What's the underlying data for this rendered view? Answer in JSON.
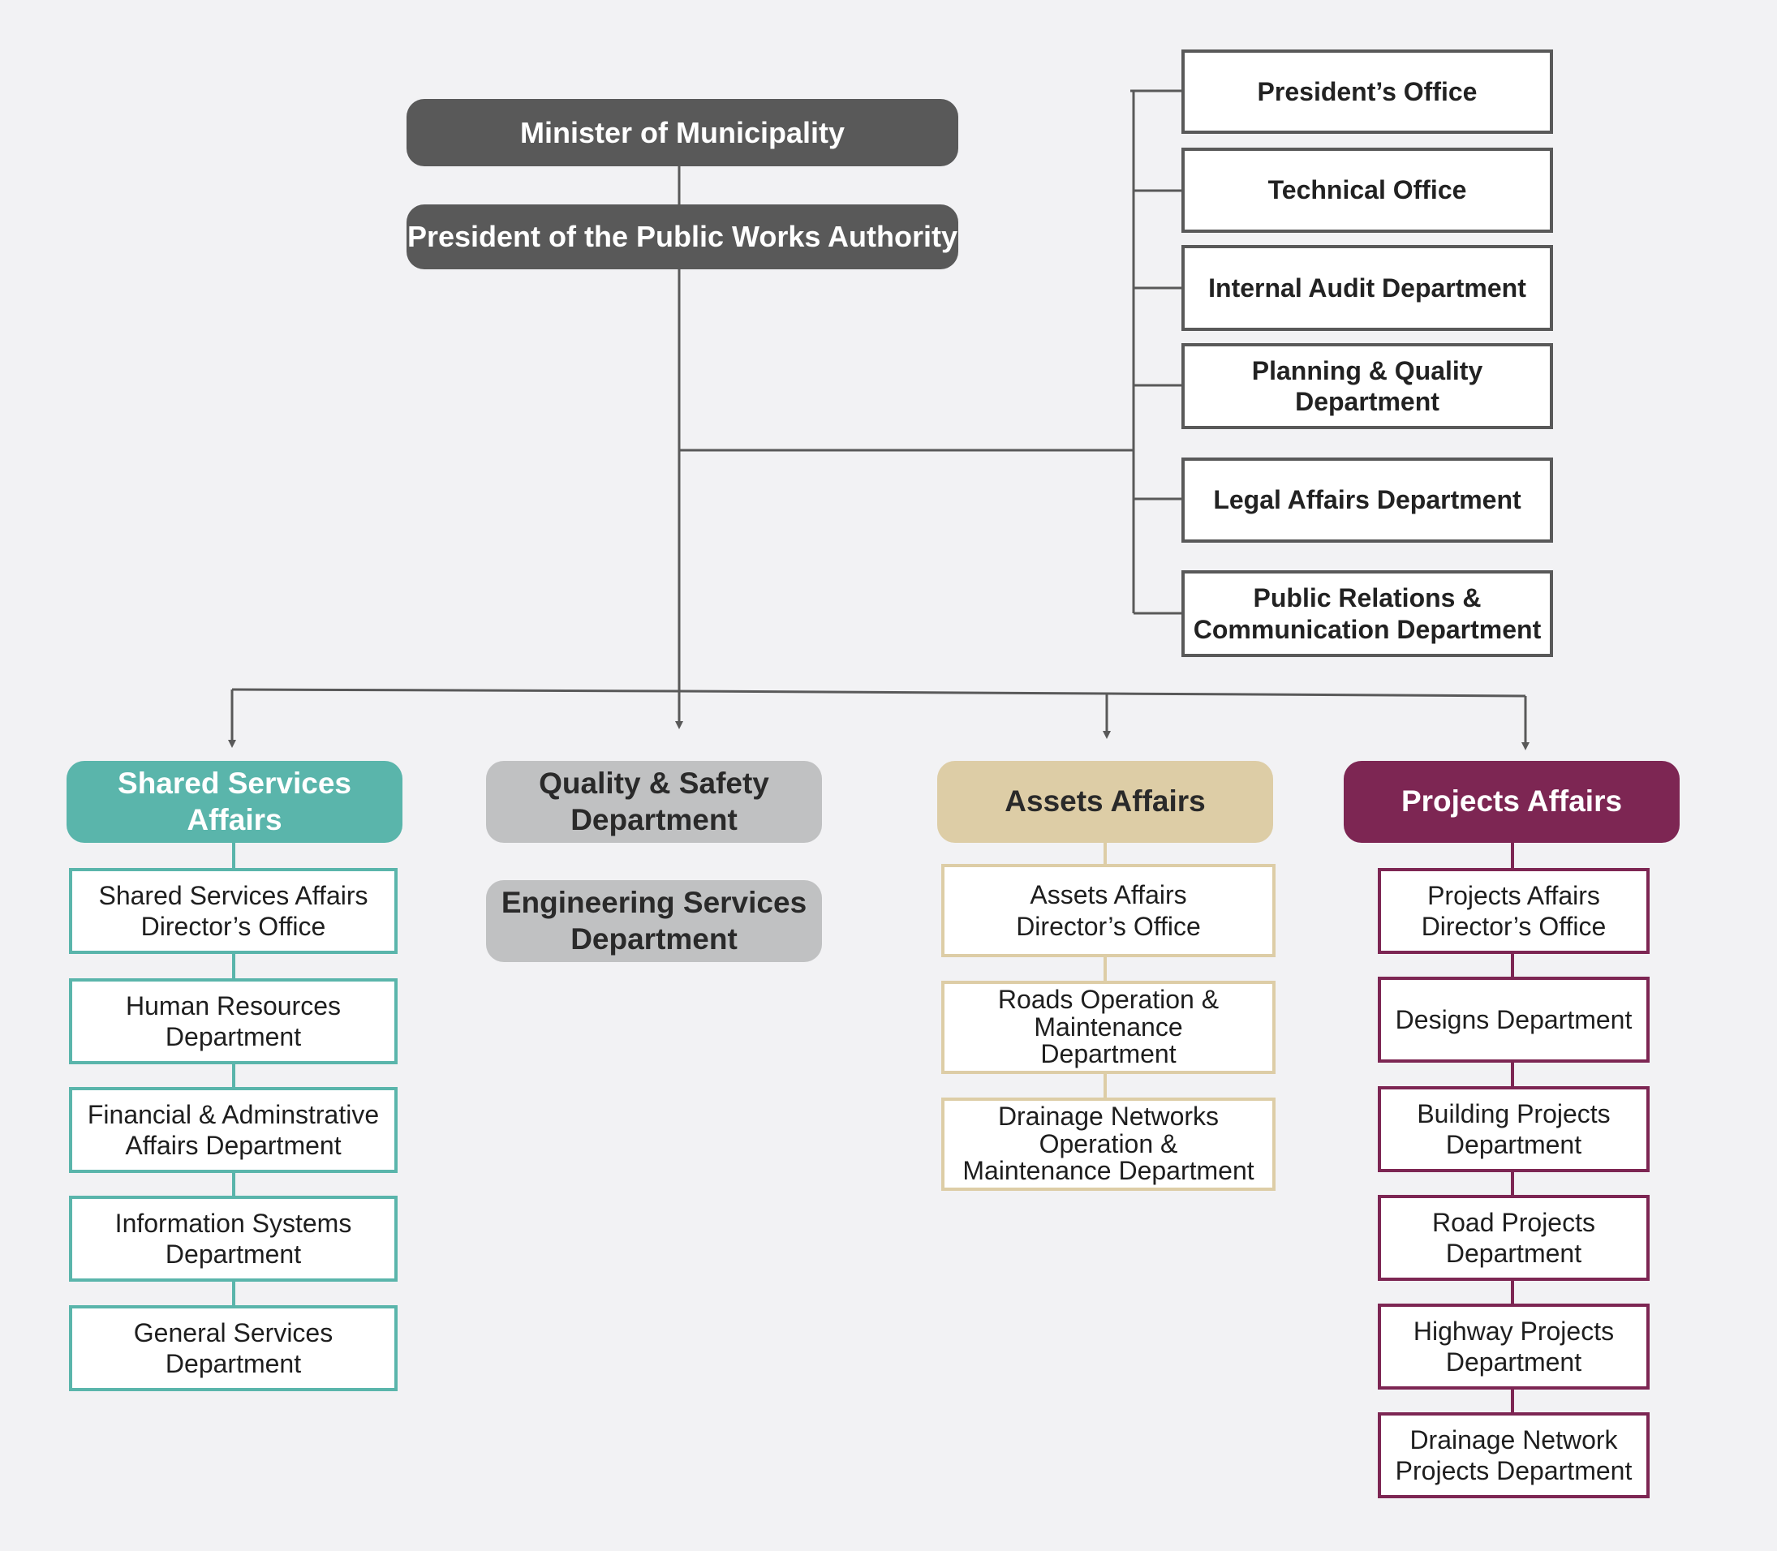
{
  "top": {
    "minister": "Minister of Municipality",
    "president": "President of the Public Works Authority"
  },
  "offices": [
    "President’s Office",
    "Technical Office",
    "Internal Audit Department",
    "Planning & Quality\nDepartment",
    "Legal Affairs Department",
    "Public Relations &\nCommunication Department"
  ],
  "shared_services": {
    "title": "Shared Services Affairs",
    "departments": [
      "Shared Services Affairs\nDirector’s Office",
      "Human Resources\nDepartment",
      "Financial & Adminstrative\nAffairs Department",
      "Information Systems\nDepartment",
      "General Services\nDepartment"
    ]
  },
  "quality_safety": "Quality & Safety\nDepartment",
  "engineering_services": "Engineering Services\nDepartment",
  "assets": {
    "title": "Assets Affairs",
    "departments": [
      "Assets Affairs\nDirector’s Office",
      "Roads Operation &\nMaintenance\nDepartment",
      "Drainage Networks\nOperation &\nMaintenance Department"
    ]
  },
  "projects": {
    "title": "Projects Affairs",
    "departments": [
      "Projects Affairs\nDirector’s Office",
      "Designs Department",
      "Building Projects\nDepartment",
      "Road Projects\nDepartment",
      "Highway Projects\nDepartment",
      "Drainage Network\nProjects Department"
    ]
  },
  "colors": {
    "background": "#f2f2f4",
    "dark_grey": "#595959",
    "light_grey": "#c0c1c2",
    "teal": "#5ab5ab",
    "tan": "#ddcda6",
    "plum": "#7d2653",
    "line": "#595959"
  }
}
